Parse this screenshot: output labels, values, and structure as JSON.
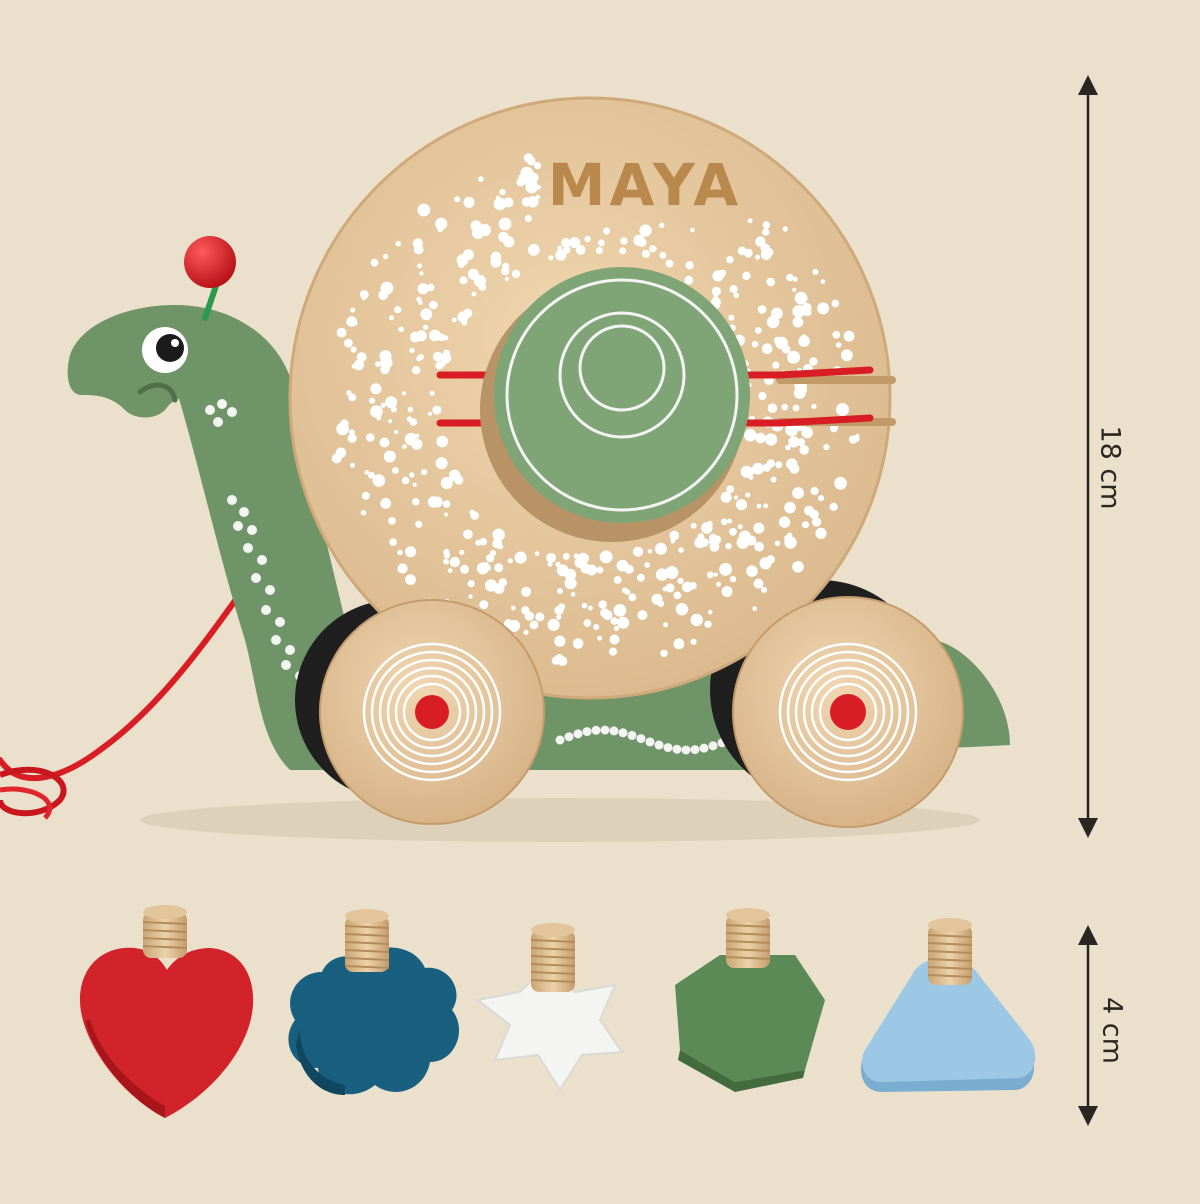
{
  "name_engraving": "MAYA",
  "dimensions": {
    "toy_height": "18 cm",
    "block_height": "4 cm"
  },
  "colors": {
    "background": "#ebe0cb",
    "wood": "#e6c9a0",
    "snail_green": "#6f9467",
    "shell_inner_green": "#7fa576",
    "accent_red": "#d81e24",
    "navy_blue": "#185f80",
    "light_blue": "#9cc8e6",
    "white": "#f4f4f2"
  },
  "shape_blocks": [
    {
      "shape": "heart",
      "color": "#d2222a"
    },
    {
      "shape": "flower",
      "color": "#185f80"
    },
    {
      "shape": "star",
      "color": "#f4f4f2"
    },
    {
      "shape": "hexagon",
      "color": "#5c8a57"
    },
    {
      "shape": "triangle",
      "color": "#9cc8e6"
    }
  ]
}
